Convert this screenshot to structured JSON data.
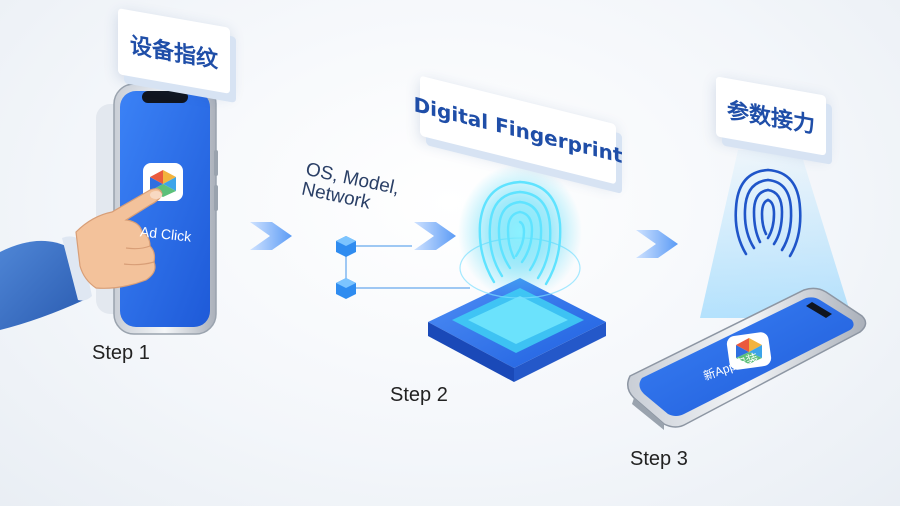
{
  "labels": {
    "step1_card": "设备指纹",
    "step2_card": "Digital Fingerprint",
    "step3_card": "参数接力"
  },
  "steps": {
    "step1": "Step 1",
    "step2": "Step 2",
    "step3": "Step 3"
  },
  "phone1": {
    "app_label": "Ad Click"
  },
  "phone3": {
    "app_label": "新App安装"
  },
  "flow": {
    "attributes_text": "OS, Model,\nNetwork"
  },
  "colors": {
    "primary_blue": "#2f6fe0",
    "cyan_glow": "#38d3f5",
    "label_text": "#1f4ea8"
  },
  "icons": [
    "pointing-hand-icon",
    "app-logo-icon",
    "fingerprint-icon",
    "cube-node-icon",
    "chevron-right-icon"
  ]
}
